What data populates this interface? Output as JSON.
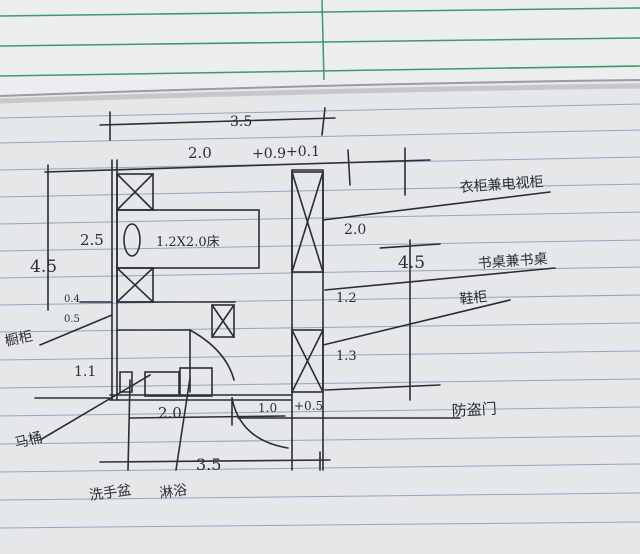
{
  "photo": {
    "subject": "hand-drawn floor plan sketch on lined notebook paper",
    "paper_color": "#e9eaeb",
    "rule_line_color": "#8aa0b8",
    "ink_color": "#2a2e36",
    "top_page_rule_color": "#2f8a58"
  },
  "sketch": {
    "dims": {
      "top_total": "3.5",
      "top_left": "2.0",
      "top_mid": "+0.9",
      "top_right": "+0.1",
      "left_upper": "2.5",
      "left_overall": "4.5",
      "left_a": "0.4",
      "left_b": "0.5",
      "left_lower": "1.1",
      "right_upper": "2.0",
      "right_overall": "4.5",
      "right_a": "1.2",
      "right_b": "1.3",
      "bottom_inner": "2.0",
      "bottom_total": "3.5",
      "door_width": "1.0",
      "door_side": "+0.5"
    },
    "bed_label": "1.2X2.0床",
    "labels": {
      "wardrobe_tv": "衣柜兼电视柜",
      "desk": "书桌兼书桌",
      "shoe_cabinet": "鞋柜",
      "shelf": "橱柜",
      "toilet": "马桶",
      "basin": "洗手盆",
      "shower": "淋浴",
      "entrance": "防盗门"
    }
  }
}
